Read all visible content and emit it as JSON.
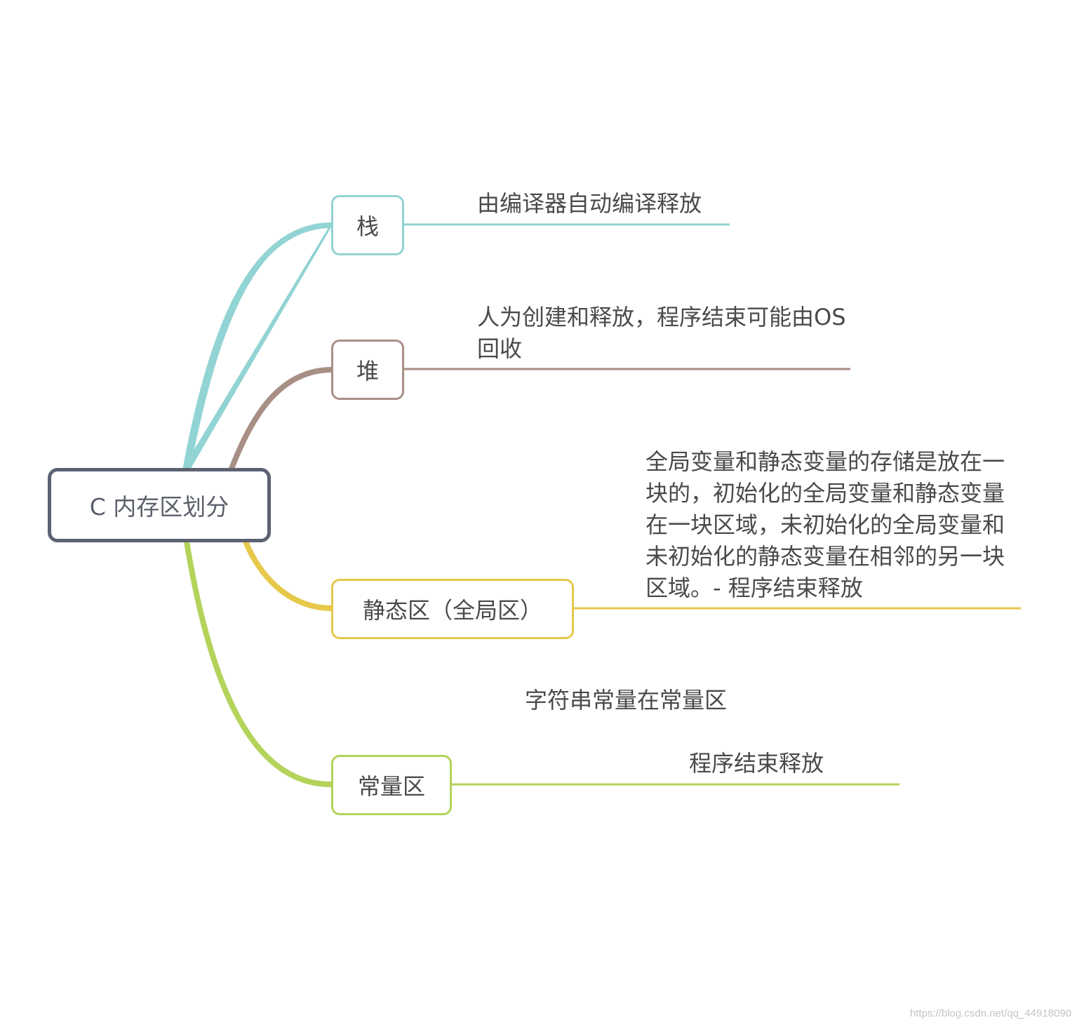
{
  "root": {
    "label": "C 内存区划分"
  },
  "branches": [
    {
      "id": "stack",
      "label": "栈",
      "color": "#92d3d3",
      "notes": [
        "由编译器自动编译释放"
      ]
    },
    {
      "id": "heap",
      "label": "堆",
      "color": "#a88f86",
      "notes": [
        "人为创建和释放，程序结束可能由OS回收"
      ]
    },
    {
      "id": "static",
      "label": "静态区（全局区）",
      "color": "#e6c84a",
      "notes": [
        "全局变量和静态变量的存储是放在一块的，初始化的全局变量和静态变量在一块区域，未初始化的全局变量和未初始化的静态变量在相邻的另一块区域。- 程序结束释放"
      ]
    },
    {
      "id": "const",
      "label": "常量区",
      "color": "#b3d35a",
      "notes": [
        "字符串常量在常量区",
        "程序结束释放"
      ]
    }
  ],
  "watermark": "https://blog.csdn.net/qq_44918090"
}
